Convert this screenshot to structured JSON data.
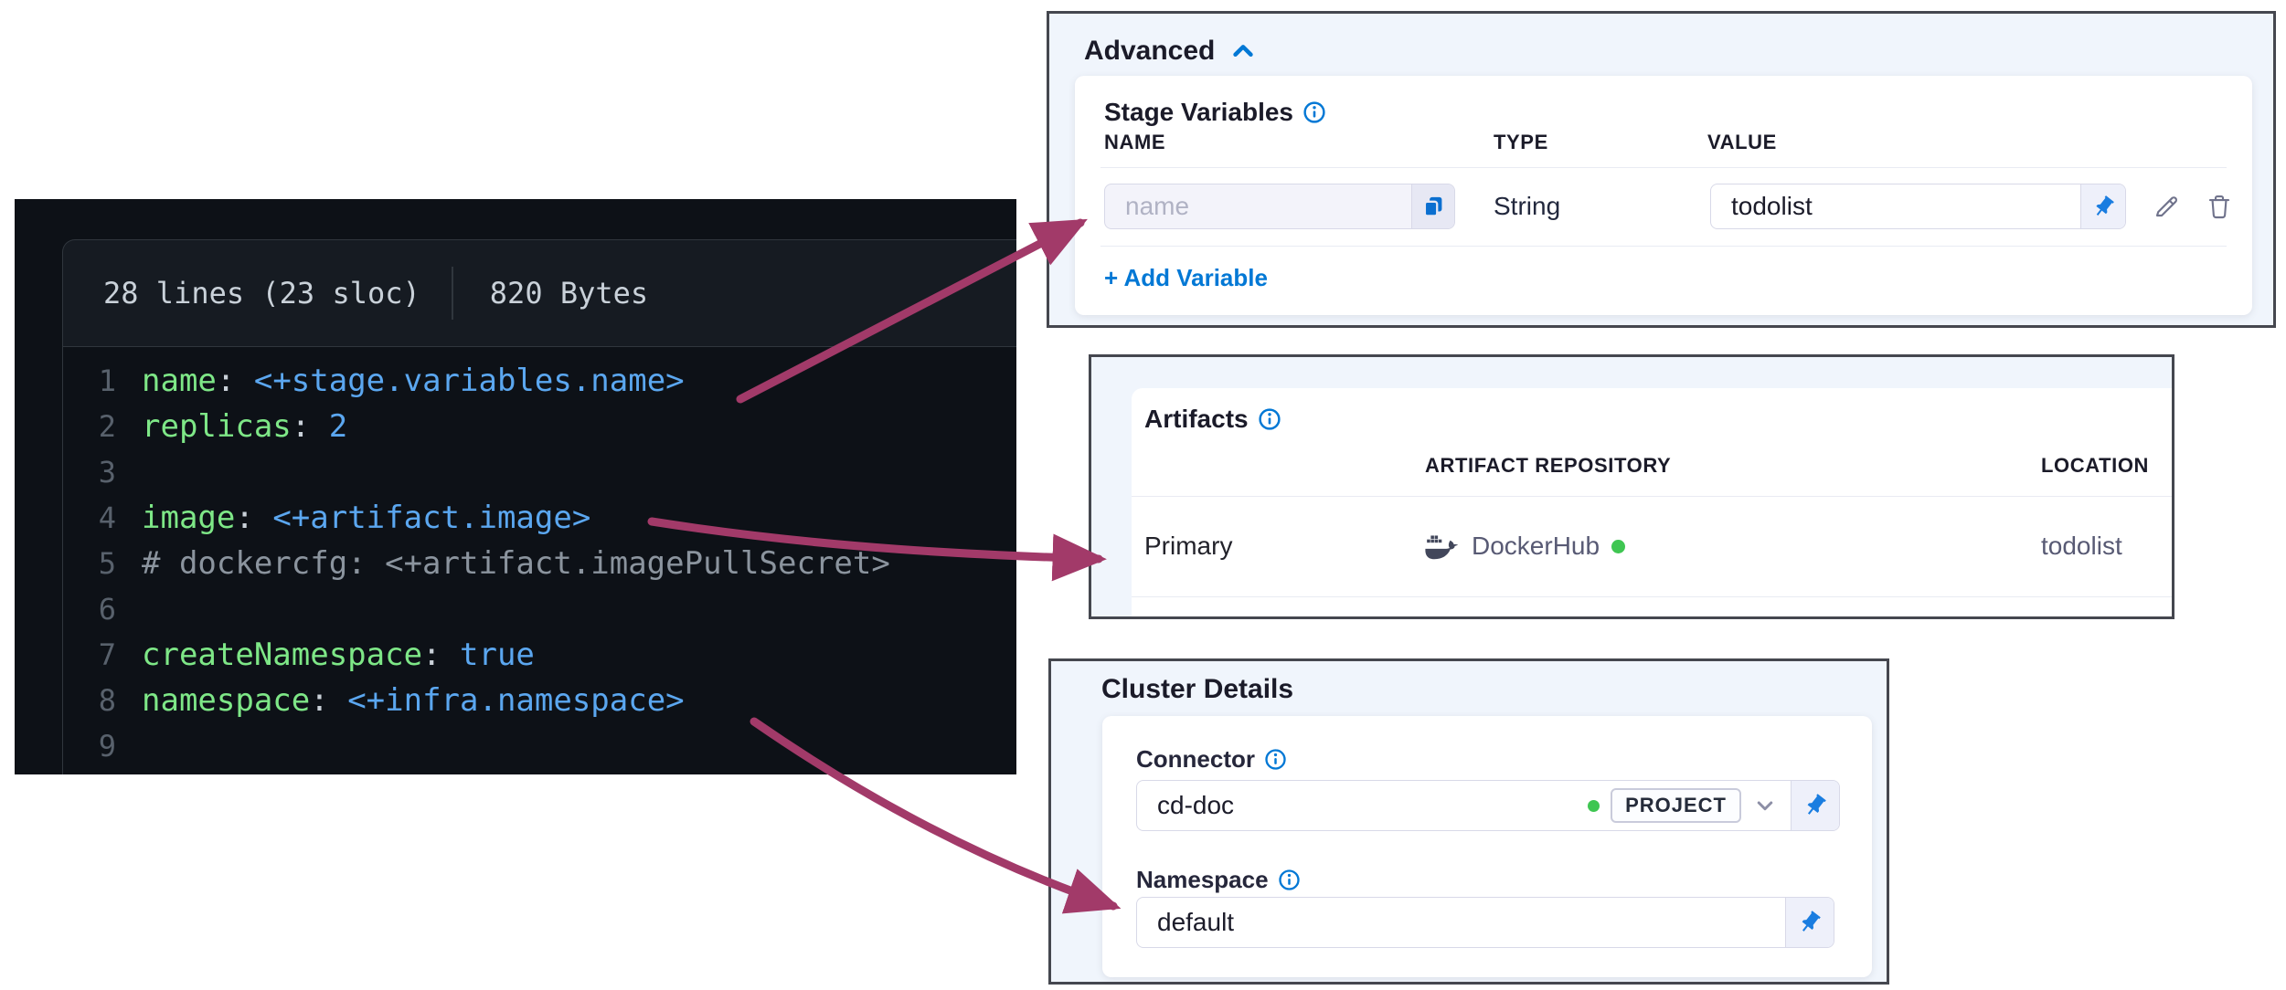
{
  "code_panel": {
    "header": {
      "lines_info": "28 lines (23 sloc)",
      "size_info": "820 Bytes"
    },
    "lines": [
      {
        "num": "1",
        "key": "name",
        "colon": ": ",
        "value": "<+stage.variables.name>"
      },
      {
        "num": "2",
        "key": "replicas",
        "colon": ": ",
        "value": "2"
      },
      {
        "num": "3"
      },
      {
        "num": "4",
        "key": "image",
        "colon": ": ",
        "value": "<+artifact.image>"
      },
      {
        "num": "5",
        "comment": "# dockercfg: <+artifact.imagePullSecret>"
      },
      {
        "num": "6"
      },
      {
        "num": "7",
        "key": "createNamespace",
        "colon": ": ",
        "value": "true"
      },
      {
        "num": "8",
        "key": "namespace",
        "colon": ": ",
        "value": "<+infra.namespace>"
      },
      {
        "num": "9"
      }
    ]
  },
  "advanced_panel": {
    "title": "Advanced",
    "section_title": "Stage Variables",
    "columns": {
      "name": "NAME",
      "type": "TYPE",
      "value": "VALUE"
    },
    "row": {
      "name_placeholder": "name",
      "type": "String",
      "value": "todolist"
    },
    "add_variable_label": "+ Add Variable"
  },
  "artifacts_panel": {
    "title": "Artifacts",
    "columns": {
      "repository": "ARTIFACT REPOSITORY",
      "location": "LOCATION"
    },
    "row": {
      "label": "Primary",
      "repository": "DockerHub",
      "location": "todolist"
    }
  },
  "cluster_panel": {
    "title": "Cluster Details",
    "connector_label": "Connector",
    "connector_value": "cd-doc",
    "connector_scope": "PROJECT",
    "namespace_label": "Namespace",
    "namespace_value": "default"
  },
  "colors": {
    "accent_blue": "#0278d5",
    "arrow_magenta": "#a23a69",
    "status_green": "#3fc652",
    "code_bg": "#0d1117",
    "code_key_green": "#7ee787",
    "code_value_blue": "#5ba7f0",
    "panel_bg": "#f0f5fc"
  }
}
